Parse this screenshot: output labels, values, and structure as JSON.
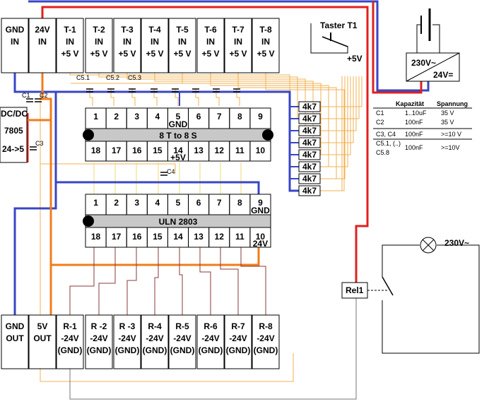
{
  "colors": {
    "blue": "#3846c4",
    "red": "#e0201e",
    "orange": "#f07c1c",
    "brown": "#8b3a3a",
    "wire_light": "#f2b050",
    "wire_yellow": "#f0d870",
    "chip_band": "#c8c8c8",
    "terminal_fill": "#ffffff"
  },
  "inputs": [
    {
      "l1": "GND",
      "l2": "IN",
      "l3": ""
    },
    {
      "l1": "24V",
      "l2": "IN",
      "l3": ""
    },
    {
      "l1": "T-1",
      "l2": "IN",
      "l3": "+5 V"
    },
    {
      "l1": "T-2",
      "l2": "IN",
      "l3": "+5 V"
    },
    {
      "l1": "T-3",
      "l2": "IN",
      "l3": "+5 V"
    },
    {
      "l1": "T-4",
      "l2": "IN",
      "l3": "+5 V"
    },
    {
      "l1": "T-5",
      "l2": "IN",
      "l3": "+5 V"
    },
    {
      "l1": "T-6",
      "l2": "IN",
      "l3": "+5 V"
    },
    {
      "l1": "T-7",
      "l2": "IN",
      "l3": "+5 V"
    },
    {
      "l1": "T-8",
      "l2": "IN",
      "l3": "+5 V"
    }
  ],
  "outputs": [
    {
      "l1": "GND",
      "l2": "OUT",
      "l3": ""
    },
    {
      "l1": "5V",
      "l2": "OUT",
      "l3": ""
    },
    {
      "l1": "R-1",
      "l2": "-24V",
      "l3": "(GND)"
    },
    {
      "l1": "R -2",
      "l2": "-24V",
      "l3": "(GND)"
    },
    {
      "l1": "R -3",
      "l2": "-24V",
      "l3": "(GND)"
    },
    {
      "l1": "R-4",
      "l2": "-24V",
      "l3": "(GND)"
    },
    {
      "l1": "R-5",
      "l2": "-24V",
      "l3": "(GND)"
    },
    {
      "l1": "R-6",
      "l2": "-24V",
      "l3": "(GND)"
    },
    {
      "l1": "R-7",
      "l2": "-24V",
      "l3": "(GND)"
    },
    {
      "l1": "R-8",
      "l2": "-24V",
      "l3": "(GND)"
    }
  ],
  "chip1": {
    "label": "8 T to 8 S",
    "top_pins": [
      "1",
      "2",
      "3",
      "4",
      "5",
      "6",
      "7",
      "8",
      "9"
    ],
    "top_sub": [
      "",
      "",
      "",
      "",
      "GND",
      "",
      "",
      "",
      ""
    ],
    "bottom_pins": [
      "18",
      "17",
      "16",
      "15",
      "14",
      "13",
      "12",
      "11",
      "10"
    ],
    "bottom_sub": [
      "",
      "",
      "",
      "",
      "+5V",
      "",
      "",
      "",
      ""
    ]
  },
  "chip2": {
    "label": "ULN 2803",
    "top_pins": [
      "1",
      "2",
      "3",
      "4",
      "5",
      "6",
      "7",
      "8",
      "9"
    ],
    "top_sub": [
      "",
      "",
      "",
      "",
      "",
      "",
      "",
      "",
      "GND"
    ],
    "bottom_pins": [
      "18",
      "17",
      "16",
      "15",
      "14",
      "13",
      "12",
      "11",
      "10"
    ],
    "bottom_sub": [
      "",
      "",
      "",
      "",
      "",
      "",
      "",
      "",
      "24V"
    ]
  },
  "resistors": [
    "4k7",
    "4k7",
    "4k7",
    "4k7",
    "4k7",
    "4k7",
    "4k7",
    "4k7"
  ],
  "dcdc": {
    "title": "DC/DC",
    "model": "7805",
    "ratio": "24->5"
  },
  "caps": {
    "c1": "C1",
    "c2": "C2",
    "c3": "C3",
    "c4": "C4",
    "c51": "C5.1",
    "c52": "C5.2",
    "c53": "C5.3"
  },
  "taster": "Taster T1",
  "plus5": "+5V",
  "psu": {
    "in": "230V~",
    "out": "24V="
  },
  "relay": "Rel1",
  "lamp": "230V~",
  "cap_table": {
    "head_kap": "Kapazität",
    "head_sp": "Spannung",
    "rows": [
      {
        "name": "C1",
        "kap": "1..10uF",
        "sp": "35 V"
      },
      {
        "name": "C2",
        "kap": "100nF",
        "sp": "35 V"
      },
      {
        "name": "C3, C4",
        "kap": "100nF",
        "sp": ">=10 V"
      },
      {
        "name": "C5.1, (..)",
        "kap": "100nF",
        "sp": ">=10V"
      },
      {
        "name": "C5.8",
        "kap": "",
        "sp": ""
      }
    ]
  }
}
